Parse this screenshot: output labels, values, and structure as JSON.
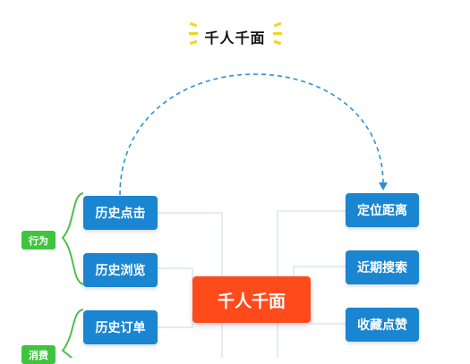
{
  "title": "千人千面",
  "center": {
    "label": "千人千面"
  },
  "left_nodes": [
    {
      "label": "历史点击"
    },
    {
      "label": "历史浏览"
    },
    {
      "label": "历史订单"
    }
  ],
  "right_nodes": [
    {
      "label": "定位距离"
    },
    {
      "label": "近期搜索"
    },
    {
      "label": "收藏点赞"
    }
  ],
  "groups": [
    {
      "label": "行为"
    },
    {
      "label": "消费"
    }
  ],
  "colors": {
    "node": "#1a85d1",
    "center": "#ff4a1c",
    "group": "#3fc43f",
    "bracket": "#4cbf4c",
    "arrow": "#2f8fd6",
    "sparkle": "#f2d51e"
  }
}
